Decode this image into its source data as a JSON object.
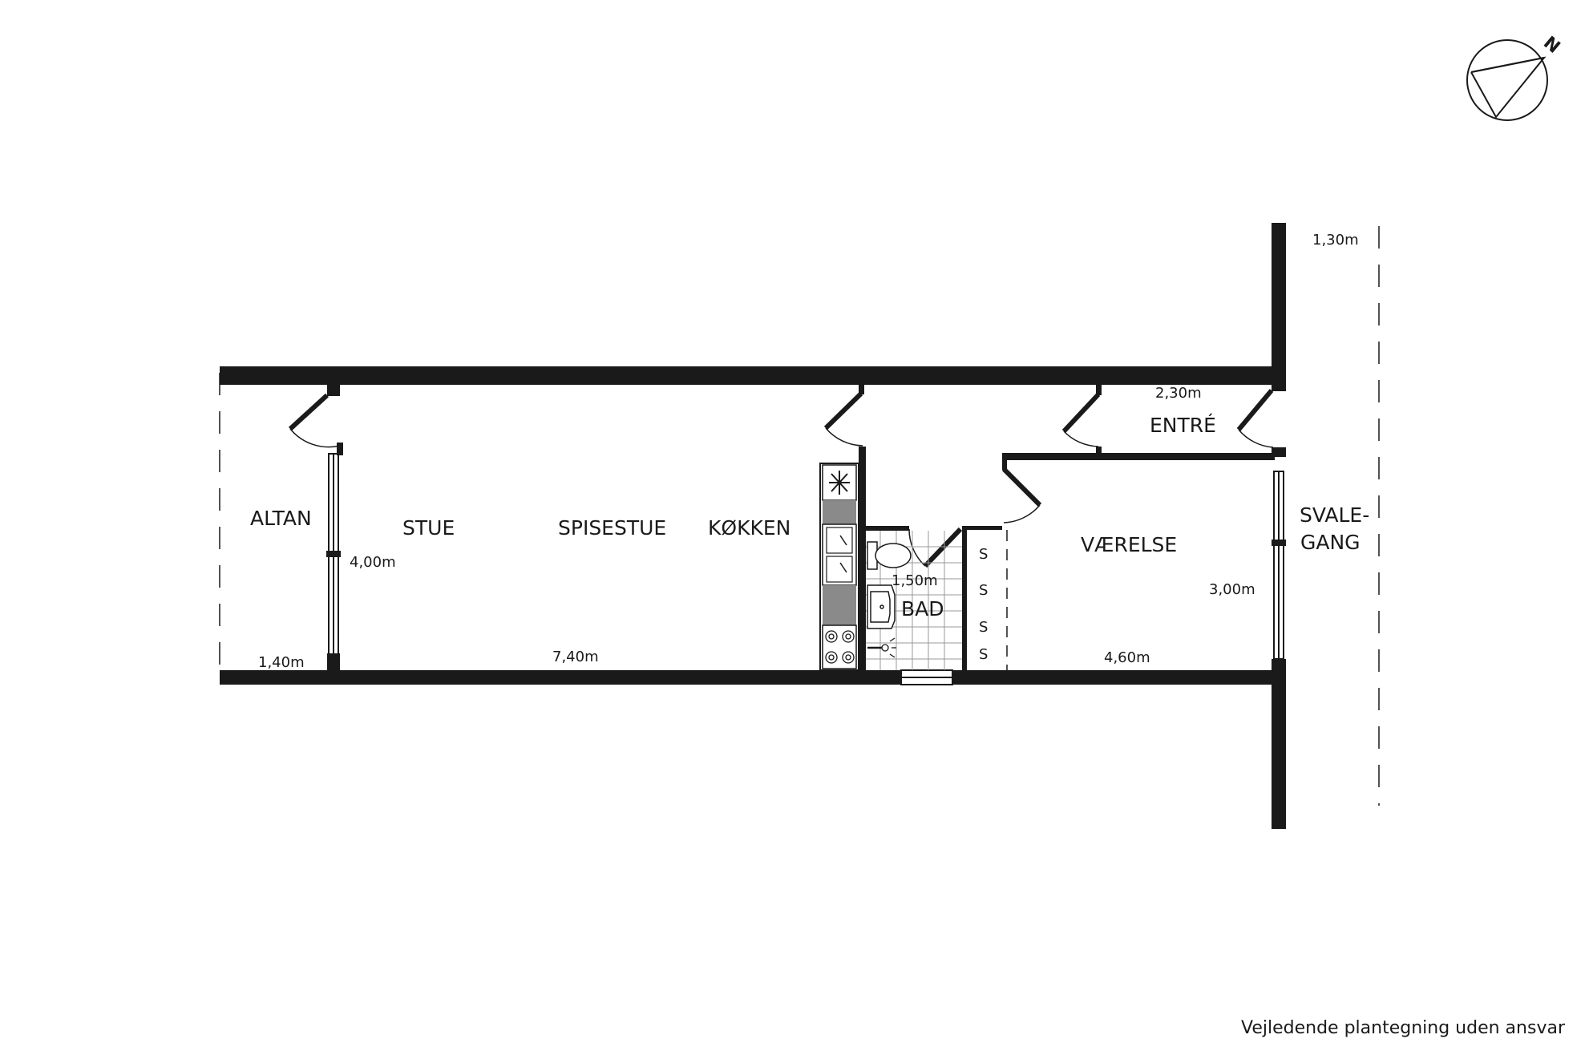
{
  "rooms": {
    "altan": "ALTAN",
    "stue": "STUE",
    "spisestue": "SPISESTUE",
    "kokken": "KØKKEN",
    "bad": "BAD",
    "entre": "ENTRÉ",
    "vaerelse": "VÆRELSE",
    "svalegang_line1": "SVALE-",
    "svalegang_line2": "GANG"
  },
  "dimensions": {
    "svalegang_width": "1,30m",
    "entre_width": "2,30m",
    "stue_depth": "4,00m",
    "bad_width": "1,50m",
    "vaerelse_depth": "3,00m",
    "altan_width": "1,40m",
    "stue_length": "7,40m",
    "vaerelse_length": "4,60m"
  },
  "wardrobe_marks": [
    "S",
    "S",
    "S",
    "S"
  ],
  "compass": {
    "north_label": "N"
  },
  "footer": "Vejledende plantegning uden ansvar"
}
